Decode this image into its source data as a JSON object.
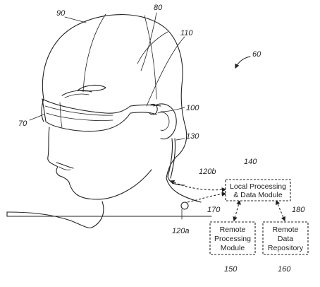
{
  "labels": {
    "ref_90": "90",
    "ref_80": "80",
    "ref_110": "110",
    "ref_60": "60",
    "ref_70": "70",
    "ref_100": "100",
    "ref_130": "130",
    "ref_140": "140",
    "ref_120b": "120b",
    "ref_170": "170",
    "ref_180": "180",
    "ref_120a": "120a",
    "ref_150": "150",
    "ref_160": "160"
  },
  "boxes": {
    "local": {
      "line1": "Local Processing",
      "line2": "& Data Module"
    },
    "remote_processing": {
      "line1": "Remote",
      "line2": "Processing",
      "line3": "Module"
    },
    "remote_data": {
      "line1": "Remote",
      "line2": "Data",
      "line3": "Repository"
    }
  }
}
